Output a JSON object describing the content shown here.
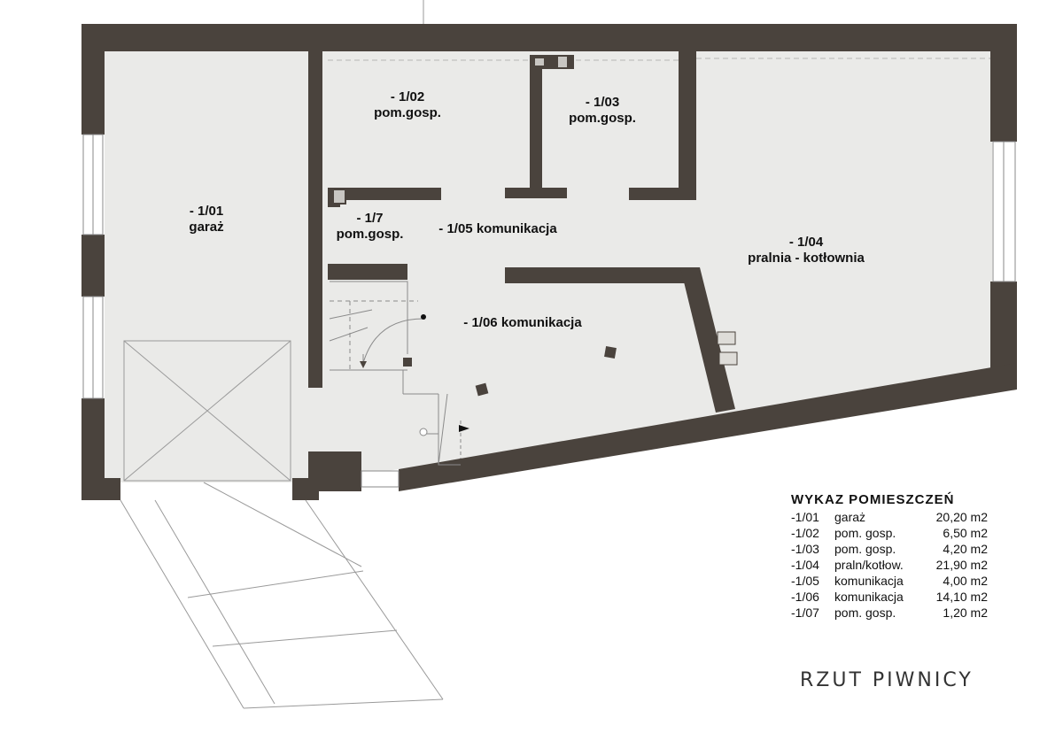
{
  "colors": {
    "wall": "#4a433d",
    "floor": "#eaeae8",
    "line": "#9a9a9a",
    "text": "#111111"
  },
  "rooms": [
    {
      "code": "- 1/01",
      "name": "garaż"
    },
    {
      "code": "- 1/02",
      "name": "pom.gosp."
    },
    {
      "code": "- 1/03",
      "name": "pom.gosp."
    },
    {
      "code": "- 1/04",
      "name": "pralnia - kotłownia"
    },
    {
      "code": "- 1/7",
      "name": "pom.gosp."
    },
    {
      "code": "- 1/05 komunikacja",
      "name": ""
    },
    {
      "code": "- 1/06 komunikacja",
      "name": ""
    }
  ],
  "legend": {
    "title": "WYKAZ  POMIESZCZEŃ",
    "rows": [
      {
        "code": "-1/01",
        "name": "garaż",
        "area": "20,20 m2"
      },
      {
        "code": "-1/02",
        "name": "pom. gosp.",
        "area": "6,50 m2"
      },
      {
        "code": "-1/03",
        "name": "pom. gosp.",
        "area": "4,20 m2"
      },
      {
        "code": "-1/04",
        "name": "praln/kotłow.",
        "area": "21,90 m2"
      },
      {
        "code": "-1/05",
        "name": "komunikacja",
        "area": "4,00 m2"
      },
      {
        "code": "-1/06",
        "name": "komunikacja",
        "area": "14,10 m2"
      },
      {
        "code": "-1/07",
        "name": "pom. gosp.",
        "area": "1,20 m2"
      }
    ]
  },
  "plan_title": "RZUT PIWNICY"
}
